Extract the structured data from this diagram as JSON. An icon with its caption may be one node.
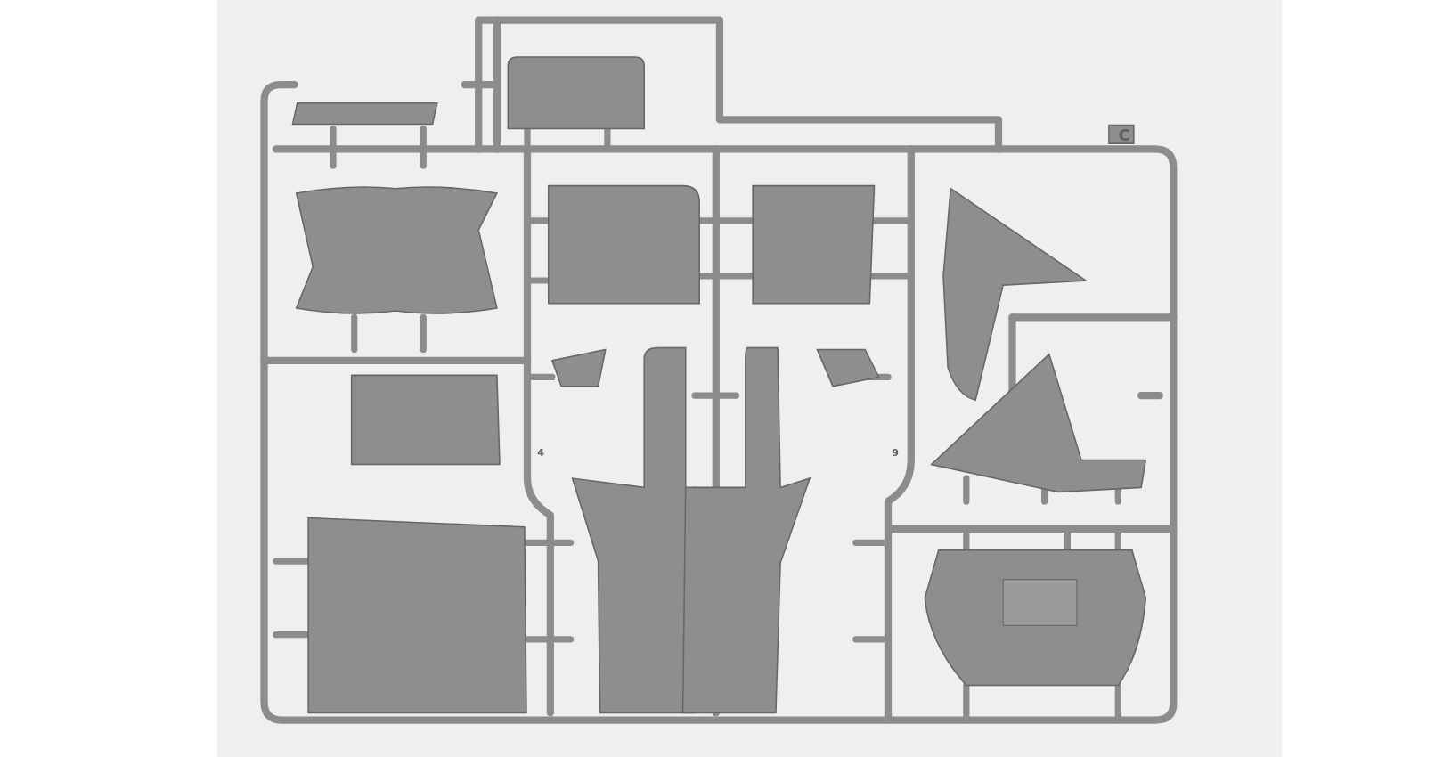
{
  "diagram": {
    "labels": [
      "C",
      "4",
      "9"
    ]
  }
}
